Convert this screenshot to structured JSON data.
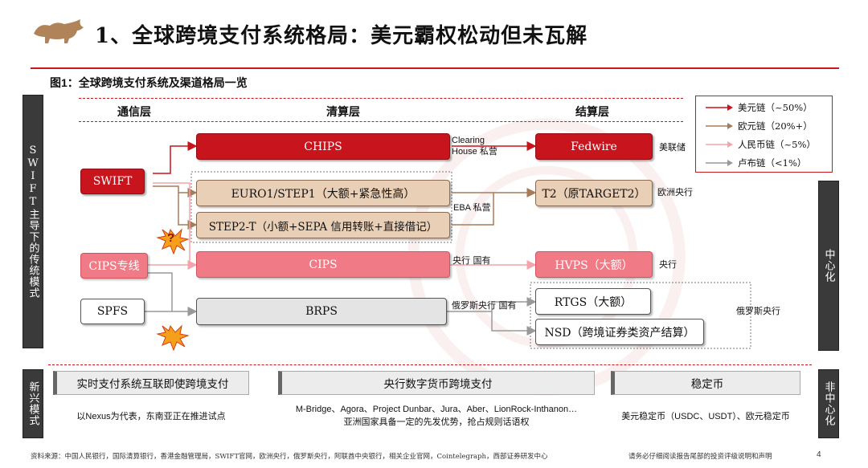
{
  "header": {
    "title": "1、全球跨境支付系统格局：美元霸权松动但未瓦解",
    "figure_title": "图1：全球跨境支付系统及渠道格局一览"
  },
  "sidebars": {
    "left_swift": "SWIFT主导下的传统模式",
    "right_center": "中心化",
    "left_new": "新兴模式",
    "right_non_center": "非中心化"
  },
  "layers": {
    "communication": "通信层",
    "clearing": "清算层",
    "settlement": "结算层"
  },
  "legend": [
    {
      "label": "美元链（~50%）",
      "color": "#c8141c"
    },
    {
      "label": "欧元链（20%+）",
      "color": "#a77c5a"
    },
    {
      "label": "人民币链（~5%）",
      "color": "#f4a3aa"
    },
    {
      "label": "卢布链（<1%）",
      "color": "#999999"
    }
  ],
  "nodes": {
    "swift": "SWIFT",
    "cips_line": "CIPS专线",
    "spfs": "SPFS",
    "chips": "CHIPS",
    "euro1": "EURO1/STEP1（大额+紧急性高）",
    "step2": "STEP2-T（小额+SEPA 信用转账+直接借记）",
    "cips": "CIPS",
    "brps": "BRPS",
    "fedwire": "Fedwire",
    "t2": "T2（原TARGET2）",
    "hvps": "HVPS（大额）",
    "rtgs": "RTGS（大额）",
    "nsd": "NSD（跨境证券类资产结算）"
  },
  "edge_labels": {
    "clearing_house_1": "Clearing",
    "clearing_house_2": "House 私营",
    "ebd": "EBA 私营",
    "pboc": "央行 国有",
    "russia": "俄罗斯央行 国有"
  },
  "owners": {
    "fed": "美联储",
    "ecb": "欧洲央行",
    "pboc": "央行",
    "russia": "俄罗斯央行"
  },
  "question_mark": "?",
  "new_models": [
    {
      "title": "实时支付系统互联即使跨境支付",
      "desc": "以Nexus为代表，东南亚正在推进试点"
    },
    {
      "title": "央行数字货币跨境支付",
      "desc1": "M-Bridge、Agora、Project Dunbar、Jura、Aber、LionRock-Inthanon…",
      "desc2": "亚洲国家具备一定的先发优势，抢占规则话语权"
    },
    {
      "title": "稳定币",
      "desc": "美元稳定币（USDC、USDT）、欧元稳定币"
    }
  ],
  "footer": {
    "source": "资料来源：中国人民银行，国际清算银行，香港金融管理局，SWIFT官网，欧洲央行，俄罗斯央行，阿联酋中央银行，相关企业官网，Cointelegraph，西部证券研发中心",
    "disclaimer": "请务必仔细阅读报告尾部的投资评级说明和声明",
    "page": "4"
  }
}
